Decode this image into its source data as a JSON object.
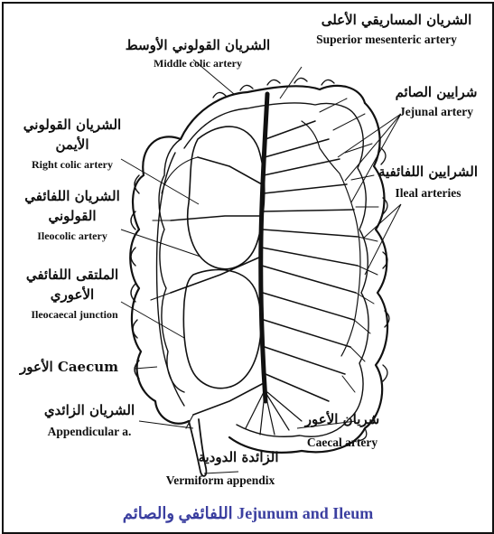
{
  "labels": {
    "superior_mesenteric": {
      "ar": "الشريان المساريقي الأعلى",
      "en": "Superior mesenteric artery"
    },
    "middle_colic": {
      "ar": "الشريان القولوني الأوسط",
      "en": "Middle colic artery"
    },
    "jejunal": {
      "ar": "شرايين الصائم",
      "en": "Jejunal artery"
    },
    "right_colic": {
      "ar1": "الشريان القولوني",
      "ar2": "الأيمن",
      "en": "Right colic artery"
    },
    "ileal": {
      "ar": "الشرايين اللفائفية",
      "en": "Ileal arteries"
    },
    "ileocolic": {
      "ar1": "الشريان اللفائفي",
      "ar2": "القولوني",
      "en": "Ileocolic artery"
    },
    "ileocaecal": {
      "ar1": "الملتقى اللفائفي",
      "ar2": "الأعوري",
      "en": "Ileocaecal junction"
    },
    "caecum": {
      "text": "الأعور Caecum"
    },
    "appendicular": {
      "ar": "الشريان الزائدي",
      "en": "Appendicular a."
    },
    "caecal": {
      "ar": "شريان الأعور",
      "en": "Caecal artery"
    },
    "vermiform": {
      "ar": "الزائدة الدودية",
      "en": "Vermiform appendix"
    }
  },
  "caption": "اللفائفي والصائم Jejunum and Ileum",
  "colors": {
    "ink": "#111111",
    "caption": "#3b3fa0",
    "background": "#ffffff"
  }
}
